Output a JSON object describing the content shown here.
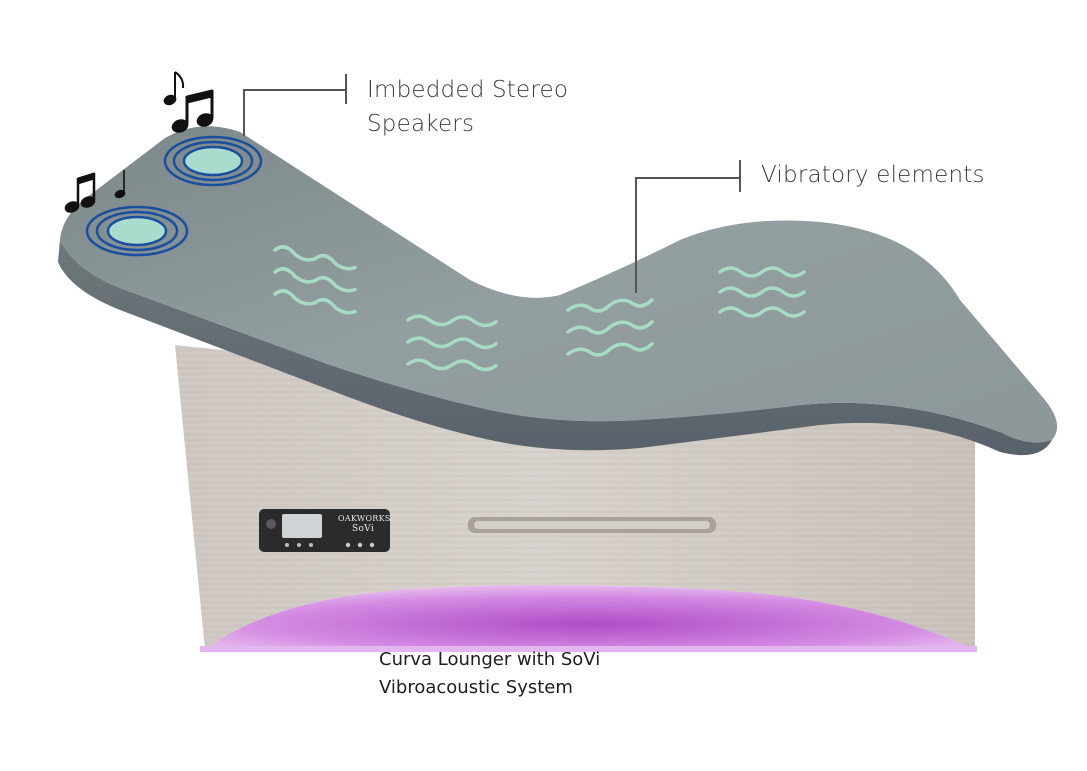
{
  "callouts": {
    "speakers": {
      "line1": "Imbedded Stereo",
      "line2": "Speakers"
    },
    "vibratory": {
      "label": "Vibratory elements"
    }
  },
  "caption": {
    "line1": "Curva Lounger with SoVi",
    "line2": "Vibroacoustic System"
  },
  "control_panel": {
    "brand": "OAKWORKS",
    "model": "SoVi"
  },
  "icons": [
    "music-notes-icon",
    "speaker-icon",
    "vibration-waves-icon"
  ],
  "colors": {
    "cushion": "#8a9597",
    "base_wood": "#cfc8c2",
    "speaker_ring": "#1a4fa0",
    "speaker_center": "#a9dccd",
    "vibration_wave": "#a6dcc4",
    "glow": "#c36bd6"
  }
}
